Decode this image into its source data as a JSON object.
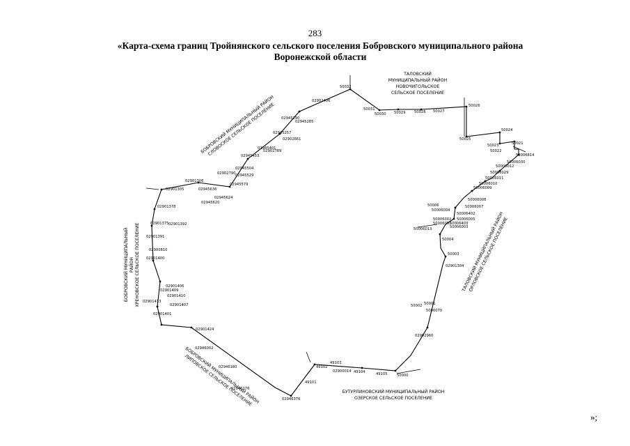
{
  "page_number": "283",
  "title": {
    "line1": "«Карта-схема границ Тройнянского сельского поселения Бобровского муниципального района",
    "line2": "Воронежской области"
  },
  "closing": "»;",
  "regions": {
    "north_east": [
      "ТАЛОВСКИЙ",
      "МУНИЦИПАЛЬНЫЙ РАЙОН",
      "НОВОЧИГОЛЬСКОЕ",
      "СЕЛЬСКОЕ ПОСЕЛЕНИЕ"
    ],
    "north_west": [
      "БОБРОВСКИЙ МУНИЦИПАЛЬНЫЙ РАЙОН",
      "СЛОВОСКОЕ СЕЛЬСКОЕ ПОСЕЛЕНИЕ"
    ],
    "west": [
      "БОБРОВСКИЙ МУНИЦИПАЛЬНЫЙ",
      "РАЙОН",
      "ХРЕНОВСКОЕ СЕЛЬСКОЕ ПОСЕЛЕНИЕ"
    ],
    "east": [
      "ТАЛОВСКИЙ МУНИЦИПАЛЬНЫЙ РАЙОН",
      "ОРЛОВСКОЕ СЕЛЬСКОЕ ПОСЕЛЕНИЕ"
    ],
    "south": [
      "БУТУРЛИНОВСКИЙ МУНИЦИПАЛЬНЫЙ РАЙОН",
      "ОЗЕРСКОЕ СЕЛЬСКОЕ ПОСЕЛЕНИЕ"
    ],
    "south_west": [
      "БОБРОВСКИЙ МУНИЦИПАЛЬНЫЙ РАЙОН",
      "ЛИПОВСКОЕ СЕЛЬСКОЕ ПОСЕЛЕНИЕ"
    ]
  },
  "points": [
    "50032",
    "50031",
    "50030",
    "50029",
    "50028",
    "50027",
    "50026",
    "50025",
    "50024",
    "50023",
    "50022",
    "50021",
    "50006814",
    "50006030",
    "50006012",
    "50006029",
    "50006011",
    "50006010",
    "50006009",
    "50006008",
    "50006007",
    "50006",
    "50006402",
    "50006005",
    "50006403",
    "50006004",
    "50006003",
    "50006002",
    "50006001",
    "50004",
    "50003",
    "50006013",
    "50000",
    "50001",
    "50002",
    "5000070",
    "02901304",
    "02902960",
    "02900014",
    "49104",
    "49105",
    "49103",
    "49102",
    "49101",
    "02946376",
    "02946276",
    "02946180",
    "02946002",
    "02901424",
    "02901413",
    "02901401",
    "02901400",
    "02901406",
    "02901409",
    "02901410",
    "02901407",
    "02901391",
    "02901375",
    "02901378",
    "02901392",
    "02900810",
    "02901306",
    "02901305",
    "02945620",
    "02945624",
    "02945636",
    "02945579",
    "02945529",
    "02945504",
    "02902790",
    "02945453",
    "02945401",
    "02902789",
    "02945257",
    "02902661",
    "02945285",
    "02945290",
    "02902406"
  ]
}
